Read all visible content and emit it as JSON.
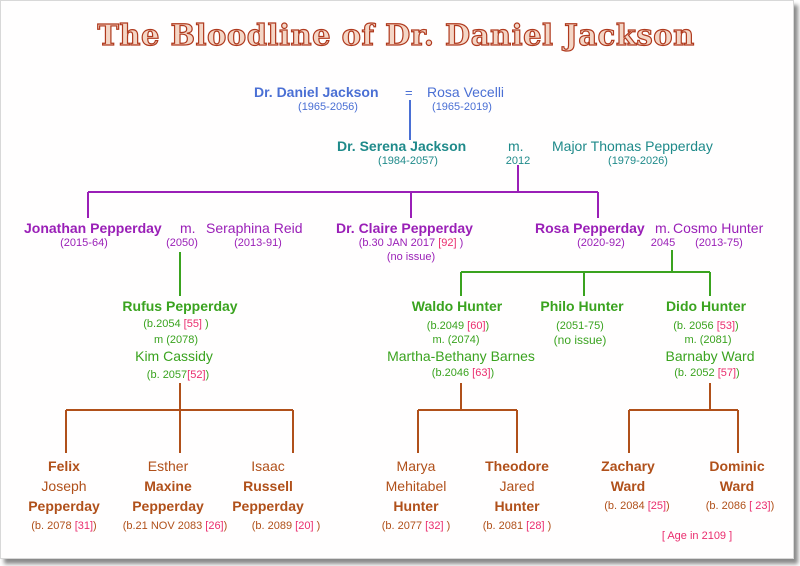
{
  "title": "The Bloodline of Dr. Daniel Jackson",
  "gen1": {
    "daniel": {
      "name": "Dr. Daniel Jackson",
      "dates": "(1965-2056)"
    },
    "eq": "=",
    "rosa": {
      "name": "Rosa Vecelli",
      "dates": "(1965-2019)"
    }
  },
  "gen2": {
    "serena": {
      "name": "Dr. Serena Jackson",
      "dates": "(1984-2057)"
    },
    "m": "m.",
    "year": "2012",
    "thomas": {
      "name": "Major Thomas  Pepperday",
      "dates": "(1979-2026)"
    }
  },
  "gen3": {
    "jonathan": {
      "name": "Jonathan Pepperday",
      "dates": "(2015-64)",
      "m": "m.",
      "year": "(2050)"
    },
    "seraphina": {
      "name": "Seraphina Reid",
      "dates": "(2013-91)"
    },
    "claire": {
      "name": "Dr. Claire Pepperday",
      "dates_a": "(b.30 JAN 2017 ",
      "age": "[92]",
      "dates_b": " )",
      "note": "(no issue)"
    },
    "rosa": {
      "name": "Rosa Pepperday",
      "dates": "(2020-92)",
      "m": "m.",
      "year": "2045"
    },
    "cosmo": {
      "name": "Cosmo Hunter",
      "dates": "(2013-75)"
    }
  },
  "gen4": {
    "rufus": {
      "name": "Rufus Pepperday",
      "dates_a": "(b.2054 ",
      "age": "[55]",
      "dates_b": " )",
      "marriage": "m (2078)",
      "spouse": "Kim Cassidy",
      "spouse_dates_a": "(b. 2057",
      "spouse_age": "[52]",
      "spouse_dates_b": ")"
    },
    "waldo": {
      "name": "Waldo Hunter",
      "dates_a": "(b.2049 ",
      "age": "[60]",
      "dates_b": ")",
      "marriage": "m. (2074)",
      "spouse": "Martha-Bethany Barnes",
      "spouse_dates_a": "(b.2046 ",
      "spouse_age": "[63]",
      "spouse_dates_b": ")"
    },
    "philo": {
      "name": "Philo Hunter",
      "dates": "(2051-75)",
      "note": "(no issue)"
    },
    "dido": {
      "name": "Dido Hunter",
      "dates_a": "(b. 2056 ",
      "age": "[53]",
      "dates_b": ")",
      "marriage": "m. (2081)",
      "spouse": "Barnaby Ward",
      "spouse_dates_a": "(b. 2052 ",
      "spouse_age": "[57]",
      "spouse_dates_b": ")"
    }
  },
  "gen5": {
    "felix": {
      "l1": "Felix",
      "l2": "Joseph",
      "l3": "Pepperday",
      "d_a": "(b. 2078 ",
      "age": "[31]",
      "d_b": ")"
    },
    "esther": {
      "l1": "Esther",
      "l2": "Maxine",
      "l3": "Pepperday",
      "d_a": "(b.21 NOV 2083 ",
      "age": "[26]",
      "d_b": ")"
    },
    "isaac": {
      "l1": "Isaac",
      "l2": "Russell",
      "l3": "Pepperday",
      "d_a": "(b. 2089 ",
      "age": "[20]",
      "d_b": " )"
    },
    "marya": {
      "l1": "Marya",
      "l2": "Mehitabel",
      "l3": "Hunter",
      "d_a": "(b. 2077 ",
      "age": "[32]",
      "d_b": " )"
    },
    "theodore": {
      "l1": "Theodore",
      "l2": "Jared",
      "l3": "Hunter",
      "d_a": "(b. 2081 ",
      "age": "[28]",
      "d_b": " )"
    },
    "zachary": {
      "l1": "Zachary",
      "l2": "Ward",
      "d_a": "(b. 2084 ",
      "age": "[25]",
      "d_b": ")"
    },
    "dominic": {
      "l1": "Dominic",
      "l2": "Ward",
      "d_a": "(b. 2086 ",
      "age": "[ 23]",
      "d_b": ")"
    }
  },
  "age_note": "[ Age in 2109 ]"
}
